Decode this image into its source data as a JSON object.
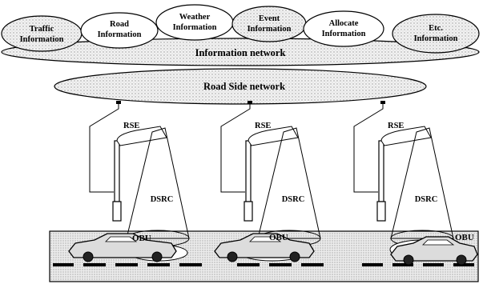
{
  "diagram": {
    "info_sources": [
      {
        "line1": "Traffic",
        "line2": "Information"
      },
      {
        "line1": "Road",
        "line2": "Information"
      },
      {
        "line1": "Weather",
        "line2": "Information"
      },
      {
        "line1": "Event",
        "line2": "Information"
      },
      {
        "line1": "Allocate",
        "line2": "Information"
      },
      {
        "line1": "Etc.",
        "line2": "Information"
      }
    ],
    "information_network_label": "Information network",
    "road_side_network_label": "Road Side network",
    "rse_label": "RSE",
    "dsrc_label": "DSRC",
    "obu_label": "OBU"
  }
}
